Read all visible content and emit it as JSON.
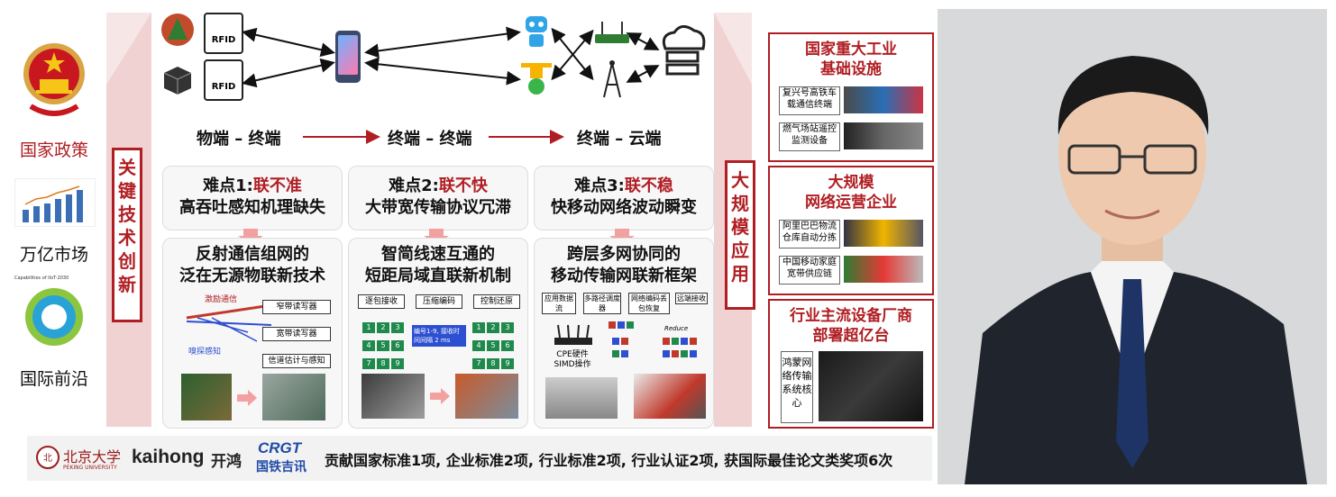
{
  "left": {
    "items": [
      {
        "label": "国家政策"
      },
      {
        "label": "万亿市场"
      },
      {
        "label": "国际前沿"
      }
    ],
    "chart_caption": "Capabilities of IIoT-2030"
  },
  "left_banner": {
    "text": "关键技术创新"
  },
  "right_banner": {
    "text": "大规模应用"
  },
  "top_diagram": {
    "rfid_label": "RFID",
    "flow": [
      "物端 – 终端",
      "终端 – 终端",
      "终端 – 云端"
    ]
  },
  "difficulties": [
    {
      "prefix": "难点1:",
      "keyword": "联不准",
      "desc": "高吞吐感知机理缺失"
    },
    {
      "prefix": "难点2:",
      "keyword": "联不快",
      "desc": "大带宽传输协议冗滞"
    },
    {
      "prefix": "难点3:",
      "keyword": "联不稳",
      "desc": "快移动网络波动瞬变"
    }
  ],
  "solutions": [
    {
      "title_line1": "反射通信组网的",
      "title_line2": "泛在无源物联新技术",
      "labels": {
        "excite": "激励通信",
        "sense": "嗅探感知"
      },
      "boxes": [
        "窄带读写器",
        "宽带读写器",
        "信道估计与感知"
      ]
    },
    {
      "title_line1": "智简线速互通的",
      "title_line2": "短距局域直联新机制",
      "boxes": [
        "逐包接收",
        "压缩编码",
        "控制还原"
      ],
      "grid": [
        "1",
        "2",
        "3",
        "4",
        "5",
        "6",
        "7",
        "8",
        "9"
      ],
      "note": "编号1-9, 接收时间间隔 2 ms"
    },
    {
      "title_line1": "跨层多网协同的",
      "title_line2": "移动传输网联新框架",
      "boxes": [
        "应用数据流",
        "多路径调度器",
        "网络编码丢包恢复",
        "远端接收"
      ],
      "cpe_label": "CPE硬件 SIMD操作",
      "reduce_label": "Reduce"
    }
  ],
  "right": {
    "sections": [
      {
        "title_line1": "国家重大工业",
        "title_line2": "基础设施",
        "apps": [
          "复兴号高铁车载通信终端",
          "燃气场站遥控监测设备"
        ]
      },
      {
        "title_line1": "大规模",
        "title_line2": "网络运营企业",
        "apps": [
          "阿里巴巴物流仓库自动分拣",
          "中国移动家庭宽带供应链"
        ]
      },
      {
        "title_line1": "行业主流设备厂商",
        "title_line2": "部署超亿台",
        "apps": [
          "鸿蒙网络传输系统核心"
        ]
      }
    ]
  },
  "footer": {
    "logos": [
      {
        "text": "北京大学",
        "sub": "PEKING UNIVERSITY"
      },
      {
        "text": "kaihong"
      },
      {
        "text": "开鸿"
      },
      {
        "text": "CRGT",
        "sub": "国铁吉讯"
      }
    ],
    "summary": "贡献国家标准1项, 企业标准2项, 行业标准2项, 行业认证2项, 获国际最佳论文类奖项6次"
  },
  "colors": {
    "accent": "#b01e23",
    "green": "#1f8a4c",
    "blue": "#2d4fd1"
  }
}
